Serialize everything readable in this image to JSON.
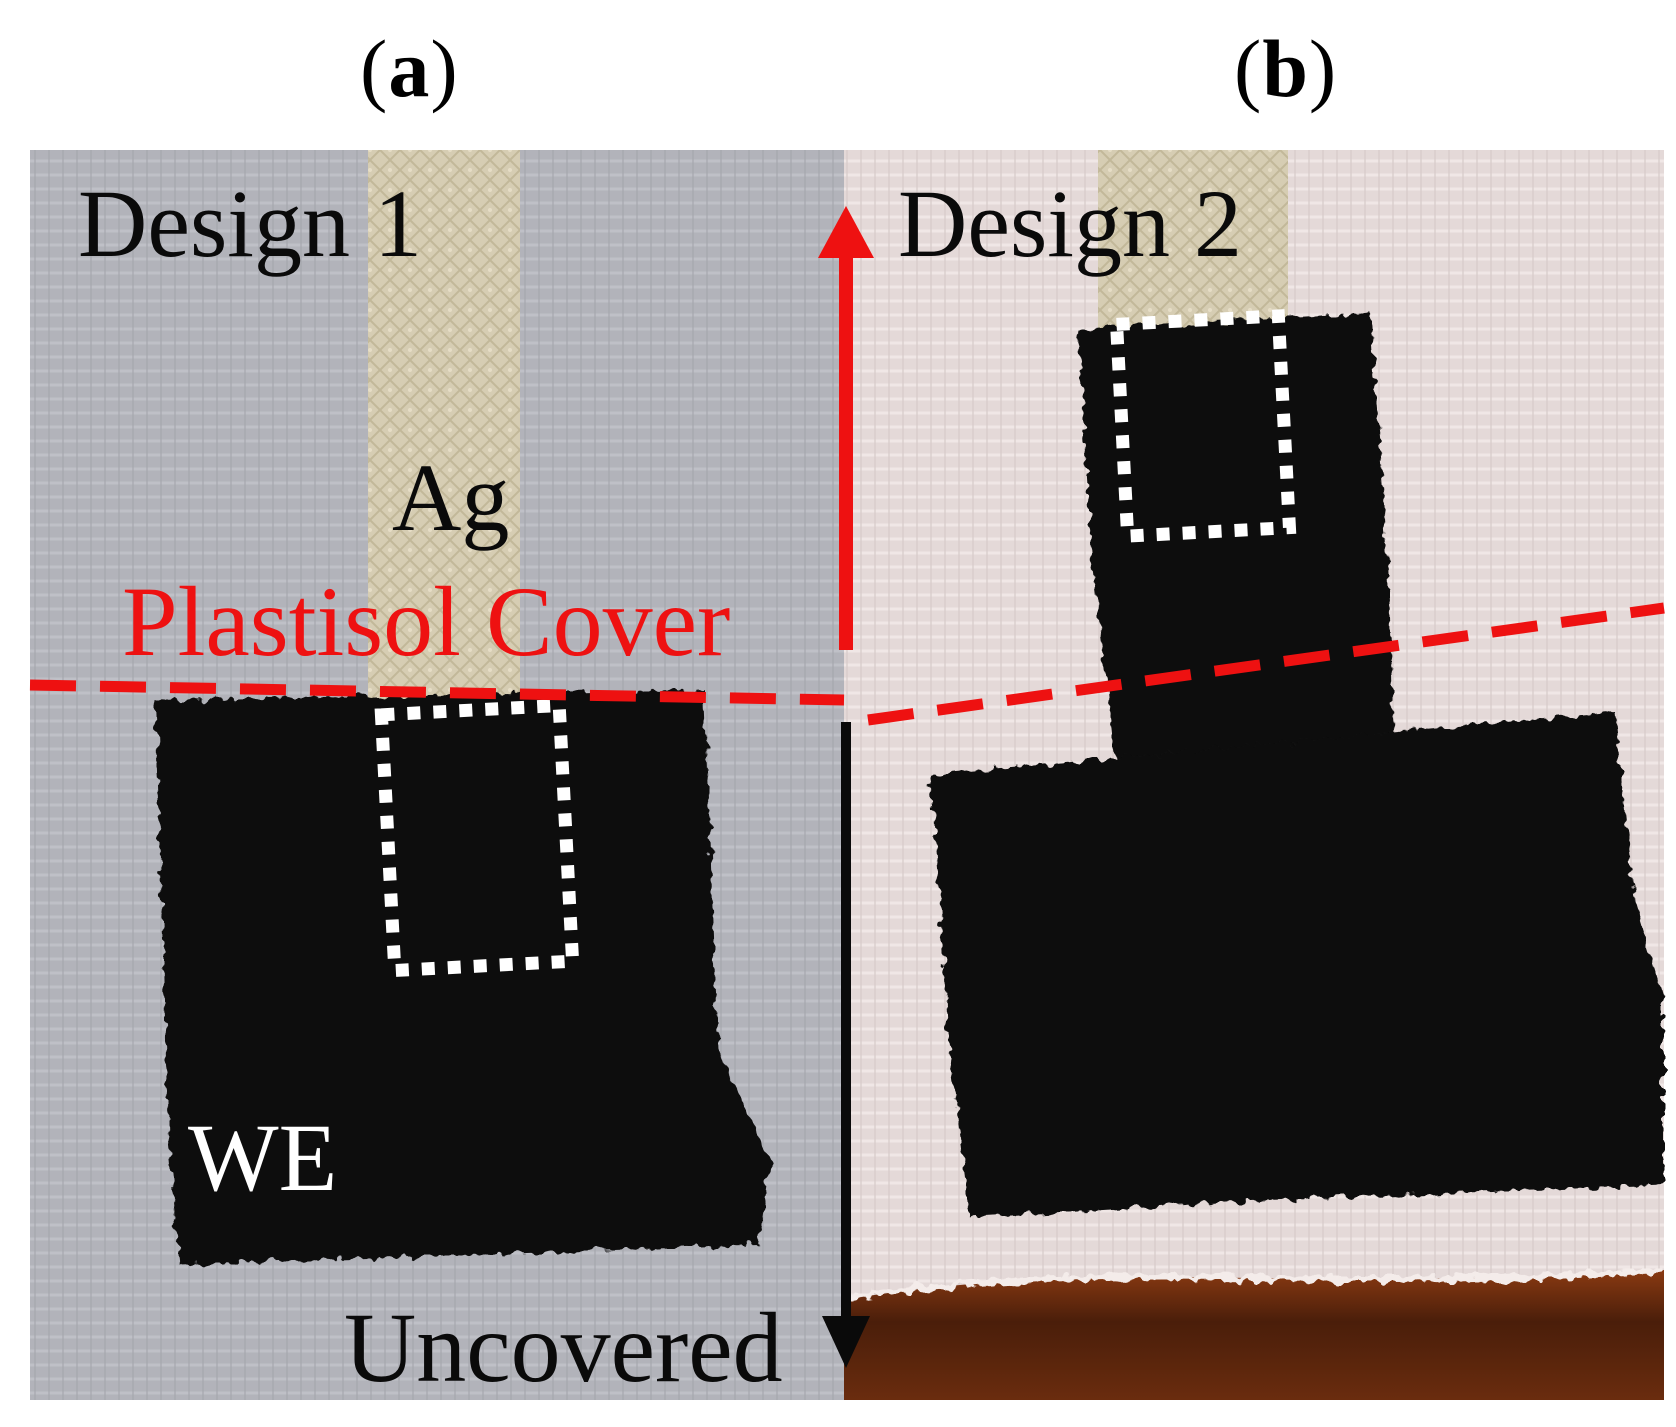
{
  "panels": {
    "a": {
      "open": "(",
      "letter": "a",
      "close": ")"
    },
    "b": {
      "open": "(",
      "letter": "b",
      "close": ")"
    }
  },
  "labels": {
    "design1": "Design 1",
    "design2": "Design 2",
    "silver": "Ag",
    "cover": "Plastisol Cover",
    "electrode": "WE",
    "uncovered": "Uncovered"
  },
  "colors": {
    "fabric_a": "#b4b5bc",
    "fabric_b": "#e6dbda",
    "ink": "#111111",
    "silver_trace": "#d8cfb6",
    "annotation_red": "#ee1111",
    "box_white": "#ffffff",
    "base_orange": "#5a2a10"
  }
}
